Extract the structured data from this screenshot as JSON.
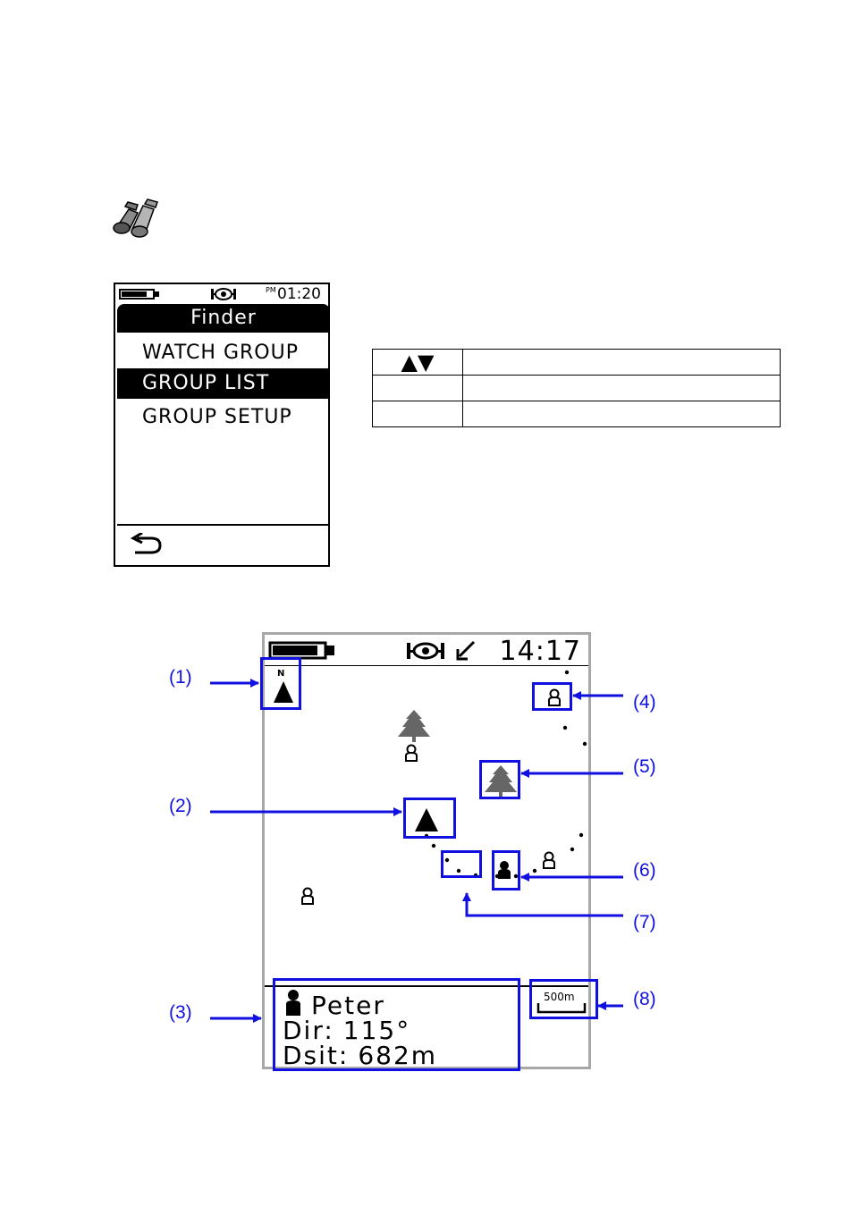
{
  "menu": {
    "status": {
      "time": "01:20",
      "ampm": "PM"
    },
    "title": "Finder",
    "items": [
      {
        "label": "WATCH GROUP",
        "selected": false
      },
      {
        "label": "GROUP LIST",
        "selected": true
      },
      {
        "label": "GROUP SETUP",
        "selected": false
      }
    ]
  },
  "key_table": [
    {
      "key": "▲▼",
      "description": ""
    },
    {
      "key": "",
      "description": ""
    },
    {
      "key": "",
      "description": ""
    }
  ],
  "map": {
    "status": {
      "time": "14:17"
    },
    "compass_label": "N",
    "info": {
      "name": "Peter",
      "dir_label": "Dir:",
      "dir_value": "115°",
      "dist_label": "Dsit:",
      "dist_value": "682m"
    },
    "scale": "500m"
  },
  "callouts": [
    "(1)",
    "(2)",
    "(3)",
    "(4)",
    "(5)",
    "(6)",
    "(7)",
    "(8)"
  ],
  "colors": {
    "highlight": "#1010e0",
    "frame": "#a8a8a8",
    "tree": "#666666"
  },
  "icons": [
    "binoculars-icon",
    "battery-icon",
    "radio-icon",
    "back-arrow-icon",
    "gps-fix-icon",
    "compass-north-icon",
    "tree-icon",
    "person-outline-icon",
    "person-filled-icon"
  ]
}
